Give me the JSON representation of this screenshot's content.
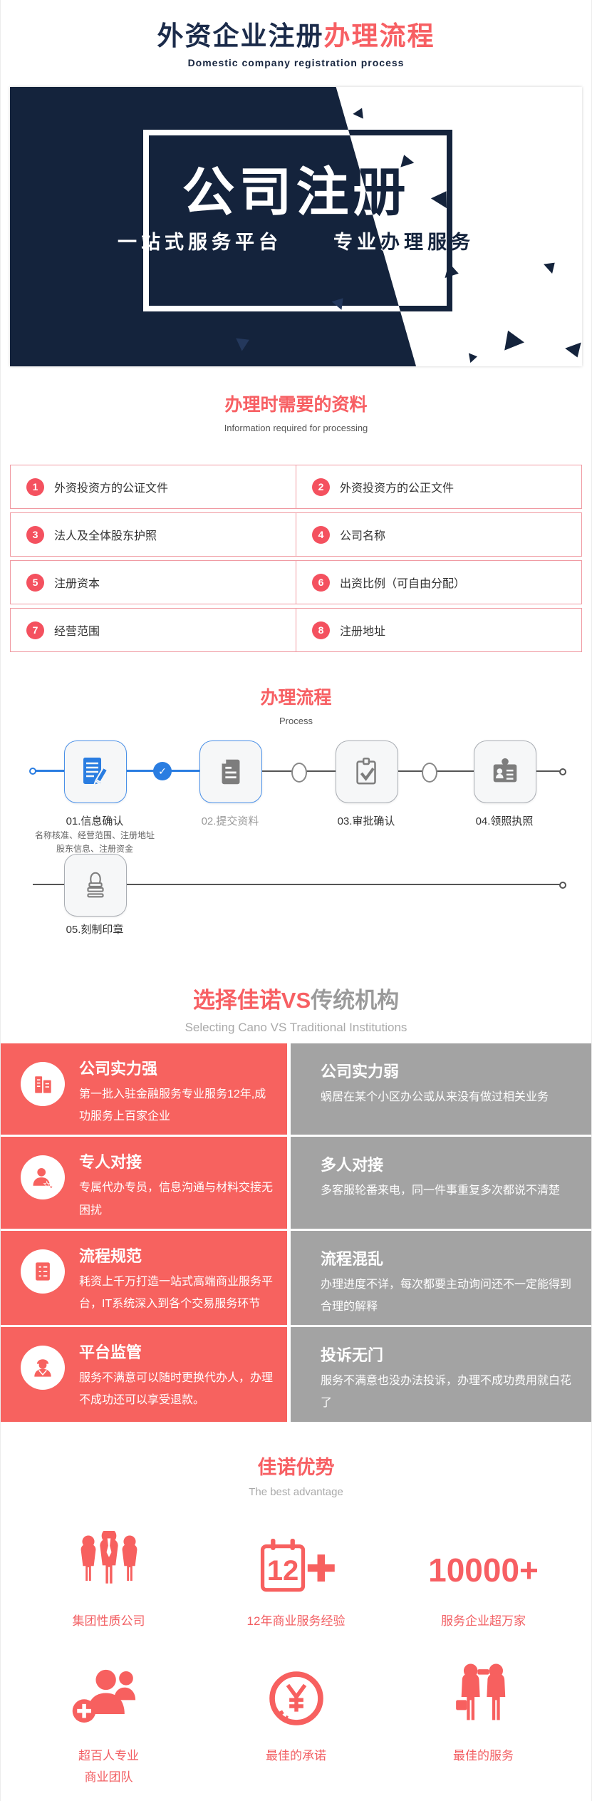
{
  "page": {
    "title_dark": "外资企业注册",
    "title_red": "办理流程",
    "subtitle": "Domestic company registration process"
  },
  "banner": {
    "heading": "公司注册",
    "tagline_left": "一站式服务平台",
    "tagline_right": "专业办理服务"
  },
  "materials": {
    "title": "办理时需要的资料",
    "subtitle": "Information required for processing",
    "items": [
      {
        "num": "1",
        "text": "外资投资方的公证文件"
      },
      {
        "num": "2",
        "text": "外资投资方的公正文件"
      },
      {
        "num": "3",
        "text": "法人及全体股东护照"
      },
      {
        "num": "4",
        "text": "公司名称"
      },
      {
        "num": "5",
        "text": "注册资本"
      },
      {
        "num": "6",
        "text": "出资比例（可自由分配）"
      },
      {
        "num": "7",
        "text": "经营范围"
      },
      {
        "num": "8",
        "text": "注册地址"
      }
    ]
  },
  "process": {
    "title": "办理流程",
    "subtitle": "Process",
    "steps": [
      {
        "label": "01.信息确认",
        "note": "名称核准、经营范围、注册地址\n股东信息、注册资金",
        "icon": "document-edit-icon"
      },
      {
        "label": "02.提交资料",
        "icon": "document-icon"
      },
      {
        "label": "03.审批确认",
        "icon": "clipboard-check-icon"
      },
      {
        "label": "04.领照执照",
        "icon": "id-card-icon"
      },
      {
        "label": "05.刻制印章",
        "icon": "stamp-icon"
      }
    ],
    "check_mark": "✓"
  },
  "versus": {
    "title_red": "选择佳诺VS",
    "title_gray": "传统机构",
    "subtitle": "Selecting Cano VS Traditional Institutions",
    "rows": [
      {
        "icon": "building-icon",
        "left_title": "公司实力强",
        "left_text": "第一批入驻金融服务专业服务12年,成功服务上百家企业",
        "right_title": "公司实力弱",
        "right_text": "蜗居在某个小区办公或从来没有做过相关业务"
      },
      {
        "icon": "agent-star-icon",
        "left_title": "专人对接",
        "left_text": "专属代办专员，信息沟通与材料交接无困扰",
        "right_title": "多人对接",
        "right_text": "多客服轮番来电，同一件事重复多次都说不清楚"
      },
      {
        "icon": "checklist-icon",
        "left_title": "流程规范",
        "left_text": "耗资上千万打造一站式高端商业服务平台，IT系统深入到各个交易服务环节",
        "right_title": "流程混乱",
        "right_text": "办理进度不详，每次都要主动询问还不一定能得到合理的解释"
      },
      {
        "icon": "supervisor-icon",
        "left_title": "平台监管",
        "left_text": "服务不满意可以随时更换代办人，办理不成功还可以享受退款。",
        "right_title": "投诉无门",
        "right_text": "服务不满意也没办法投诉，办理不成功费用就白花了"
      }
    ]
  },
  "advantages": {
    "title": "佳诺优势",
    "subtitle": "The best advantage",
    "items": [
      {
        "icon": "people-group-icon",
        "label": "集团性质公司"
      },
      {
        "icon": "calendar-12-icon",
        "badge": "12",
        "label": "12年商业服务经验"
      },
      {
        "icon": "none",
        "stat": "10000+",
        "label": "服务企业超万家"
      },
      {
        "icon": "team-plus-icon",
        "label": "超百人专业\n商业团队"
      },
      {
        "icon": "yuan-circle-icon",
        "label": "最佳的承诺"
      },
      {
        "icon": "partners-icon",
        "label": "最佳的服务"
      }
    ]
  },
  "colors": {
    "accent_red": "#f75f63",
    "block_pink": "#f7625f",
    "block_gray": "#a3a3a3",
    "navy": "#14233c",
    "process_blue": "#2a7de1"
  }
}
